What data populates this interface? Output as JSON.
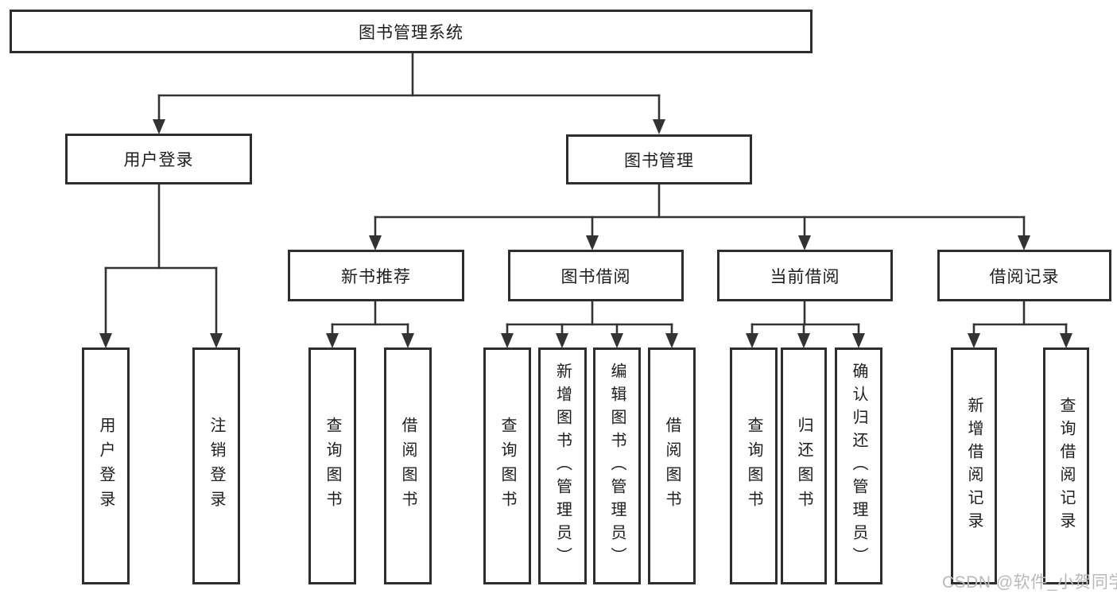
{
  "diagram": {
    "root": "图书管理系统",
    "user_login": {
      "label": "用户登录",
      "children": [
        "用户登录",
        "注销登录"
      ]
    },
    "book_management": {
      "label": "图书管理",
      "sections": {
        "new_book_recommend": {
          "label": "新书推荐",
          "children": [
            "查询图书",
            "借阅图书"
          ]
        },
        "book_borrow": {
          "label": "图书借阅",
          "children": [
            "查询图书",
            "新增图书（管理员）",
            "编辑图书（管理员）",
            "借阅图书"
          ]
        },
        "current_borrow": {
          "label": "当前借阅",
          "children": [
            "查询图书",
            "归还图书",
            "确认归还（管理员）"
          ]
        },
        "borrow_record": {
          "label": "借阅记录",
          "children": [
            "新增借阅记录",
            "查询借阅记录"
          ]
        }
      }
    }
  },
  "watermark": {
    "text": "CSDN @软件_小贺同学"
  },
  "colors": {
    "line": "#333333",
    "box_border": "#2e2e2e",
    "text": "#1d1d1f",
    "background": "#ffffff",
    "watermark": "#b9b9b9"
  }
}
